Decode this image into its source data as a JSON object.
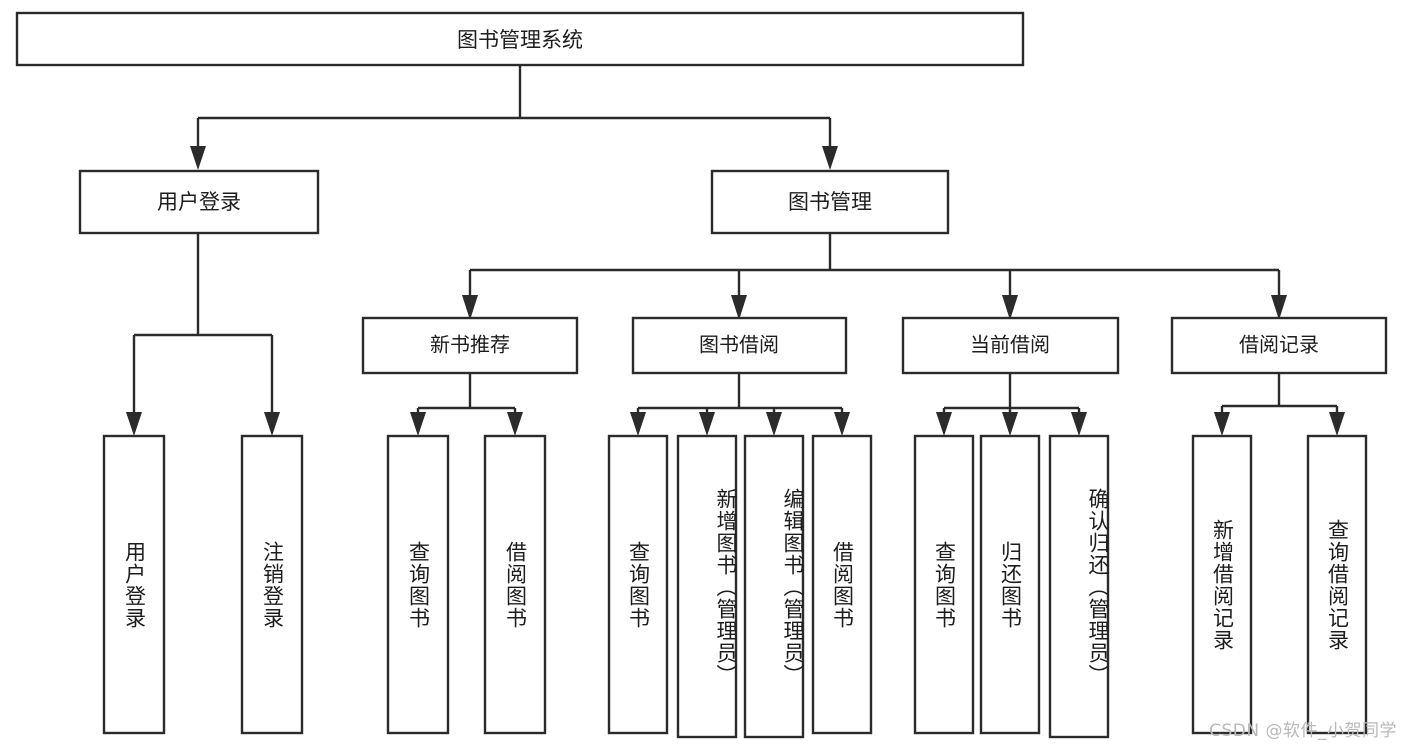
{
  "diagram": {
    "title_node": {
      "label": "图书管理系统"
    },
    "level1": [
      {
        "label": "用户登录"
      },
      {
        "label": "图书管理"
      }
    ],
    "level2": [
      {
        "label": "新书推荐"
      },
      {
        "label": "图书借阅"
      },
      {
        "label": "当前借阅"
      },
      {
        "label": "借阅记录"
      }
    ],
    "leaves": {
      "user_login": [
        {
          "label": "用户登录"
        },
        {
          "label": "注销登录"
        }
      ],
      "new_book_recommend": [
        {
          "label": "查询图书"
        },
        {
          "label": "借阅图书"
        }
      ],
      "book_borrow": [
        {
          "label": "查询图书"
        },
        {
          "label": "新增图书（管理员）"
        },
        {
          "label": "编辑图书（管理员）"
        },
        {
          "label": "借阅图书"
        }
      ],
      "current_borrow": [
        {
          "label": "查询图书"
        },
        {
          "label": "归还图书"
        },
        {
          "label": "确认归还（管理员）"
        }
      ],
      "borrow_record": [
        {
          "label": "新增借阅记录"
        },
        {
          "label": "查询借阅记录"
        }
      ]
    }
  },
  "watermark": {
    "text": "CSDN @软件_小贺同学"
  },
  "colors": {
    "stroke": "#2b2b2b",
    "text": "#1d1d1d",
    "background": "#ffffff",
    "watermark": "#b9b9b9"
  }
}
